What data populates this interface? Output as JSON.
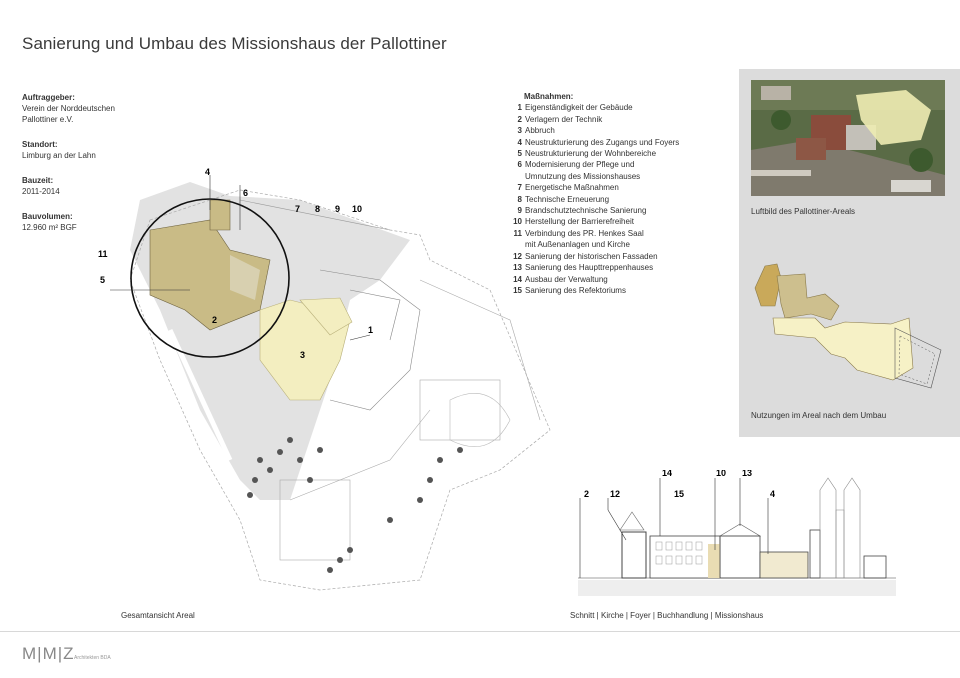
{
  "title": "Sanierung und Umbau des Missionshaus der Pallottiner",
  "info": {
    "auftraggeber_label": "Auftraggeber:",
    "auftraggeber_value_1": "Verein der Norddeutschen",
    "auftraggeber_value_2": "Pallottiner e.V.",
    "standort_label": "Standort:",
    "standort_value": "Limburg an der Lahn",
    "bauzeit_label": "Bauzeit:",
    "bauzeit_value": "2011-2014",
    "bauvolumen_label": "Bauvolumen:",
    "bauvolumen_value": "12.960 m² BGF"
  },
  "massnahmen": {
    "heading": "Maßnahmen:",
    "items": [
      {
        "num": "1",
        "text": "Eigenständigkeit der Gebäude"
      },
      {
        "num": "2",
        "text": "Verlagern der Technik"
      },
      {
        "num": "3",
        "text": "Abbruch"
      },
      {
        "num": "4",
        "text": "Neustrukturierung des Zugangs und Foyers"
      },
      {
        "num": "5",
        "text": "Neustrukturierung der Wohnbereiche"
      },
      {
        "num": "6",
        "text": "Modernisierung der Pflege und"
      },
      {
        "num": "",
        "text": "Umnutzung des Missionshauses"
      },
      {
        "num": "7",
        "text": "Energetische Maßnahmen"
      },
      {
        "num": "8",
        "text": "Technische Erneuerung"
      },
      {
        "num": "9",
        "text": "Brandschutztechnische Sanierung"
      },
      {
        "num": "10",
        "text": "Herstellung der Barrierefreiheit"
      },
      {
        "num": "11",
        "text": "Verbindung des PR. Henkes Saal"
      },
      {
        "num": "",
        "text": "mit Außenanlagen und Kirche"
      },
      {
        "num": "12",
        "text": "Sanierung der historischen Fassaden"
      },
      {
        "num": "13",
        "text": "Sanierung des Haupttreppenhauses"
      },
      {
        "num": "14",
        "text": "Ausbau der Verwaltung"
      },
      {
        "num": "15",
        "text": "Sanierung des Refektoriums"
      }
    ]
  },
  "captions": {
    "aerial": "Luftbild des Pallottiner-Areals",
    "usage": "Nutzungen im Areal nach dem Umbau",
    "plan": "Gesamtansicht Areal",
    "section": "Schnitt | Kirche | Foyer | Buchhandlung | Missionshaus"
  },
  "plan_labels": {
    "n4": "4",
    "n6": "6",
    "n7": "7",
    "n8": "8",
    "n9": "9",
    "n10": "10",
    "n11": "11",
    "n5": "5",
    "n2": "2",
    "n3": "3",
    "n1": "1"
  },
  "section_labels": {
    "s2": "2",
    "s12": "12",
    "s14": "14",
    "s15": "15",
    "s10": "10",
    "s13": "13",
    "s4": "4"
  },
  "logo": {
    "mark": "M|M|Z",
    "sub": "Architekten BDA"
  },
  "colors": {
    "highlight_yellow": "#f3eec0",
    "existing_tan": "#c9bb86",
    "panel_grey": "#dcdcdc",
    "ground_grey": "#e2e2e2"
  }
}
